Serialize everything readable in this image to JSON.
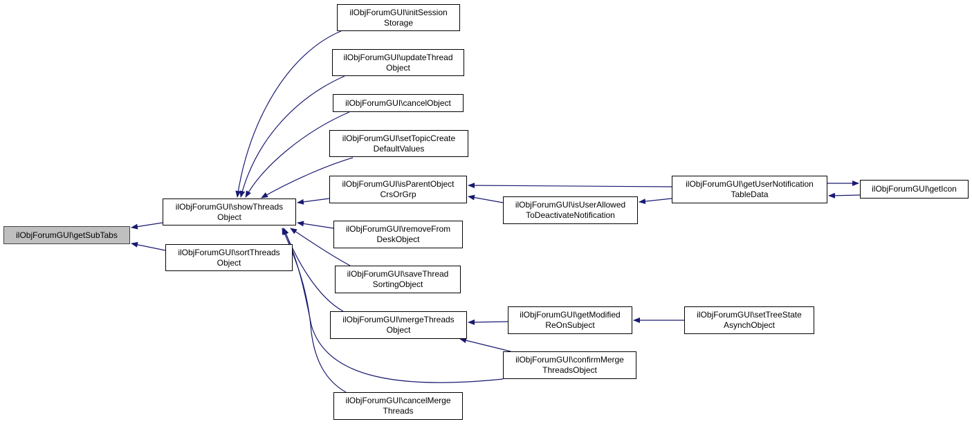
{
  "diagram": {
    "title": "Caller graph of ilObjForumGUI\\getSubTabs",
    "edge_color": "#191970",
    "root_fill": "#bfbfbf",
    "nodes": [
      {
        "id": "getSubTabs",
        "lines": [
          "ilObjForumGUI\\getSubTabs"
        ],
        "root": true
      },
      {
        "id": "showThreadsObject",
        "lines": [
          "ilObjForumGUI\\showThreads",
          "Object"
        ]
      },
      {
        "id": "sortThreadsObject",
        "lines": [
          "ilObjForumGUI\\sortThreads",
          "Object"
        ]
      },
      {
        "id": "initSessionStorage",
        "lines": [
          "ilObjForumGUI\\initSession",
          "Storage"
        ]
      },
      {
        "id": "updateThreadObject",
        "lines": [
          "ilObjForumGUI\\updateThread",
          "Object"
        ]
      },
      {
        "id": "cancelObject",
        "lines": [
          "ilObjForumGUI\\cancelObject"
        ]
      },
      {
        "id": "setTopicCreateDefaultValues",
        "lines": [
          "ilObjForumGUI\\setTopicCreate",
          "DefaultValues"
        ]
      },
      {
        "id": "isParentObjectCrsOrGrp",
        "lines": [
          "ilObjForumGUI\\isParentObject",
          "CrsOrGrp"
        ]
      },
      {
        "id": "removeFromDeskObject",
        "lines": [
          "ilObjForumGUI\\removeFrom",
          "DeskObject"
        ]
      },
      {
        "id": "saveThreadSortingObject",
        "lines": [
          "ilObjForumGUI\\saveThread",
          "SortingObject"
        ]
      },
      {
        "id": "mergeThreadsObject",
        "lines": [
          "ilObjForumGUI\\mergeThreads",
          "Object"
        ]
      },
      {
        "id": "cancelMergeThreads",
        "lines": [
          "ilObjForumGUI\\cancelMerge",
          "Threads"
        ]
      },
      {
        "id": "isUserAllowedToDeactivateNotification",
        "lines": [
          "ilObjForumGUI\\isUserAllowed",
          "ToDeactivateNotification"
        ]
      },
      {
        "id": "getUserNotificationTableData",
        "lines": [
          "ilObjForumGUI\\getUserNotification",
          "TableData"
        ]
      },
      {
        "id": "getIcon",
        "lines": [
          "ilObjForumGUI\\getIcon"
        ]
      },
      {
        "id": "getModifiedReOnSubject",
        "lines": [
          "ilObjForumGUI\\getModified",
          "ReOnSubject"
        ]
      },
      {
        "id": "confirmMergeThreadsObject",
        "lines": [
          "ilObjForumGUI\\confirmMerge",
          "ThreadsObject"
        ]
      },
      {
        "id": "setTreeStateAsynchObject",
        "lines": [
          "ilObjForumGUI\\setTreeState",
          "AsynchObject"
        ]
      }
    ],
    "edges": [
      {
        "from": "showThreadsObject",
        "to": "getSubTabs"
      },
      {
        "from": "sortThreadsObject",
        "to": "getSubTabs"
      },
      {
        "from": "initSessionStorage",
        "to": "showThreadsObject"
      },
      {
        "from": "updateThreadObject",
        "to": "showThreadsObject"
      },
      {
        "from": "cancelObject",
        "to": "showThreadsObject"
      },
      {
        "from": "setTopicCreateDefaultValues",
        "to": "showThreadsObject"
      },
      {
        "from": "isParentObjectCrsOrGrp",
        "to": "showThreadsObject"
      },
      {
        "from": "removeFromDeskObject",
        "to": "showThreadsObject"
      },
      {
        "from": "saveThreadSortingObject",
        "to": "showThreadsObject"
      },
      {
        "from": "mergeThreadsObject",
        "to": "showThreadsObject"
      },
      {
        "from": "confirmMergeThreadsObject",
        "to": "showThreadsObject"
      },
      {
        "from": "cancelMergeThreads",
        "to": "showThreadsObject"
      },
      {
        "from": "getUserNotificationTableData",
        "to": "isParentObjectCrsOrGrp"
      },
      {
        "from": "isUserAllowedToDeactivateNotification",
        "to": "isParentObjectCrsOrGrp"
      },
      {
        "from": "getUserNotificationTableData",
        "to": "isUserAllowedToDeactivateNotification"
      },
      {
        "from": "getUserNotificationTableData",
        "to": "getIcon"
      },
      {
        "from": "getIcon",
        "to": "getUserNotificationTableData"
      },
      {
        "from": "getModifiedReOnSubject",
        "to": "mergeThreadsObject"
      },
      {
        "from": "confirmMergeThreadsObject",
        "to": "mergeThreadsObject"
      },
      {
        "from": "setTreeStateAsynchObject",
        "to": "getModifiedReOnSubject"
      }
    ]
  }
}
